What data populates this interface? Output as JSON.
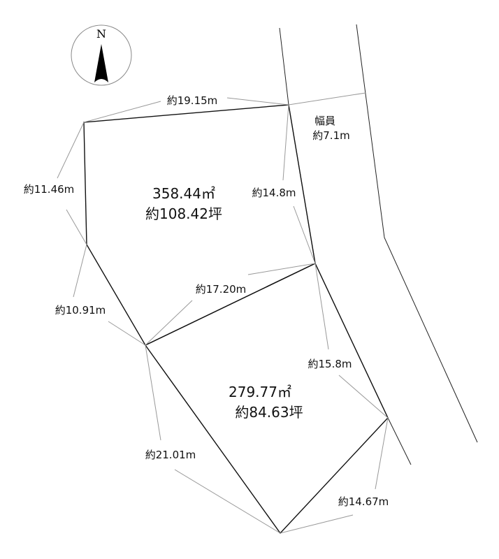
{
  "compass": {
    "label": "N",
    "icon": "north-arrow-icon"
  },
  "parcels": [
    {
      "area_sqm": "358.44㎡",
      "area_tsubo": "約108.42坪"
    },
    {
      "area_sqm": "279.77㎡",
      "area_tsubo": "約84.63坪"
    }
  ],
  "road": {
    "label": "幅員",
    "width": "約7.1m"
  },
  "dimensions": {
    "top": "約19.15m",
    "left_upper": "約11.46m",
    "right_upper": "約14.8m",
    "shared": "約17.20m",
    "left_middle": "約10.91m",
    "right_lower": "約15.8m",
    "left_lower": "約21.01m",
    "bottom_right": "約14.67m"
  }
}
